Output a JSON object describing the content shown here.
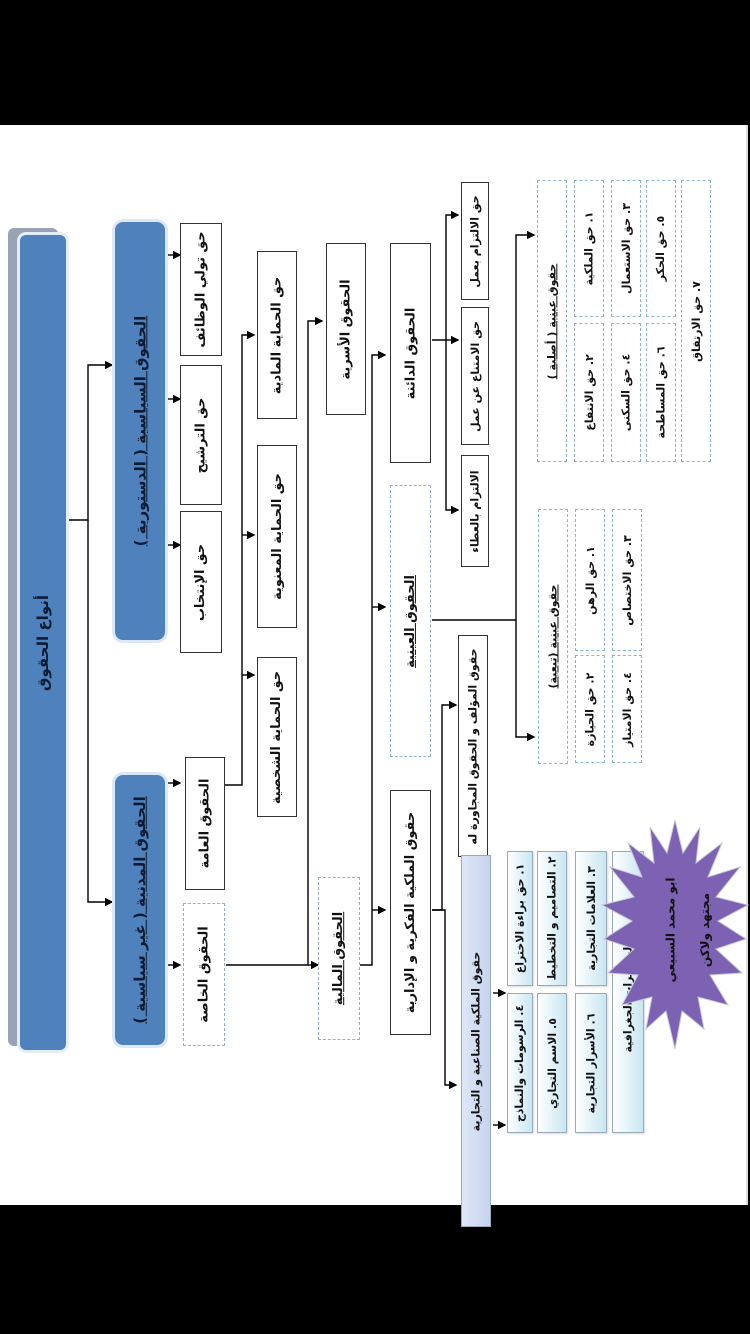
{
  "diagram": {
    "root": "أنواع الحقوق",
    "political": {
      "title": "الحقوق السياسية ( الدستورية )",
      "children": [
        "حق تولي الوظائف",
        "حق الترشيح",
        "حق الإنتخاب"
      ]
    },
    "civil": {
      "title": "الحقوق المدنية ( غير سياسية )",
      "general": "الحقوق العامة",
      "private": "الحقوق الخاصة",
      "general_children": [
        "حق الحماية المادية",
        "حق الحماية المعنوية",
        "حق الحماية الشخصية"
      ]
    },
    "private_branches": {
      "family": "الحقوق الأسرية",
      "financial": "الحقوق المالية"
    },
    "financial_branches": {
      "personal": "الحقوق الدائنة",
      "real": "الحقوق العينية",
      "intellectual": "حقوق الملكية الفكرية و الإدارية"
    },
    "personal_children": [
      "حق الالتزام بعمل",
      "حق الامتناع عن عمل",
      "الالتزام بالعطاء"
    ],
    "real_rights": {
      "original": {
        "title": "حقوق عينية ( أصلية )",
        "items": [
          "١. حق الملكية",
          "٢. حق الانتفاع",
          "٣. حق الاستعمال",
          "٤. حق السكنى",
          "٥. حق الحكر",
          "٦. حق المساطحة",
          "٧. حق الارتفاق"
        ]
      },
      "accessory": {
        "title": "حقوق عينية (تبعية)",
        "items": [
          "١. حق الرهن",
          "٢. حق الحيازة",
          "٣. حق الاختصاص",
          "٤. حق الامتياز"
        ]
      }
    },
    "intellectual_children": {
      "author": "حقوق المؤلف و الحقوق المجاورة له",
      "industrial": {
        "title": "حقوق الملكية الصناعية و التجارية",
        "items": [
          "١. حق براءة الاختراع",
          "٤. الرسومات والنماذج",
          "٢. التصاميم و التخطيط",
          "٥. الاسم التجاري",
          "٣. العلامات التجارية",
          "٦. الأسرار التجارية",
          "٧ المؤشرات الجغرافية"
        ]
      }
    },
    "badge": {
      "line1": "ابو محمد السبيعي",
      "line2": "مجتهد ولاكن"
    }
  }
}
